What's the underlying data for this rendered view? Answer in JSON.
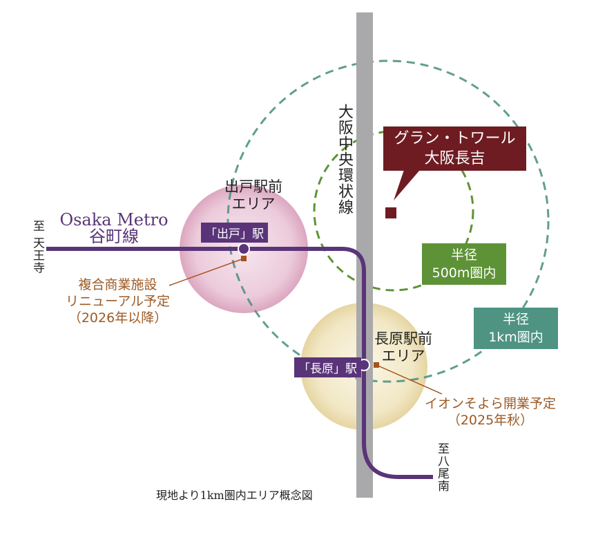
{
  "property": {
    "name_line1": "グラン・トワール",
    "name_line2": "大阪長吉"
  },
  "road": {
    "label": "大阪中央環状線"
  },
  "metro": {
    "name_en": "Osaka Metro",
    "name_ja": "谷町線",
    "to_west": "至 天王寺",
    "to_south": "至八尾南"
  },
  "stations": [
    {
      "label": "「出戸」駅",
      "area_line1": "出戸駅前",
      "area_line2": "エリア"
    },
    {
      "label": "「長原」駅",
      "area_line1": "長原駅前",
      "area_line2": "エリア"
    }
  ],
  "facilities": [
    {
      "line1": "複合商業施設",
      "line2": "リニューアル予定",
      "line3": "（2026年以降）"
    },
    {
      "line1": "イオンそよら開業予定",
      "line2": "（2025年秋）"
    }
  ],
  "radius": [
    {
      "line1": "半径",
      "line2": "500m圏内",
      "color": "#5e9236"
    },
    {
      "line1": "半径",
      "line2": "1km圏内",
      "color": "#4f9382"
    }
  ],
  "caption": "現地より1km圏内エリア概念図",
  "colors": {
    "metro": "#5a3478",
    "property": "#6e1c22",
    "road": "#a9a9ab",
    "facility": "#a5521c"
  }
}
